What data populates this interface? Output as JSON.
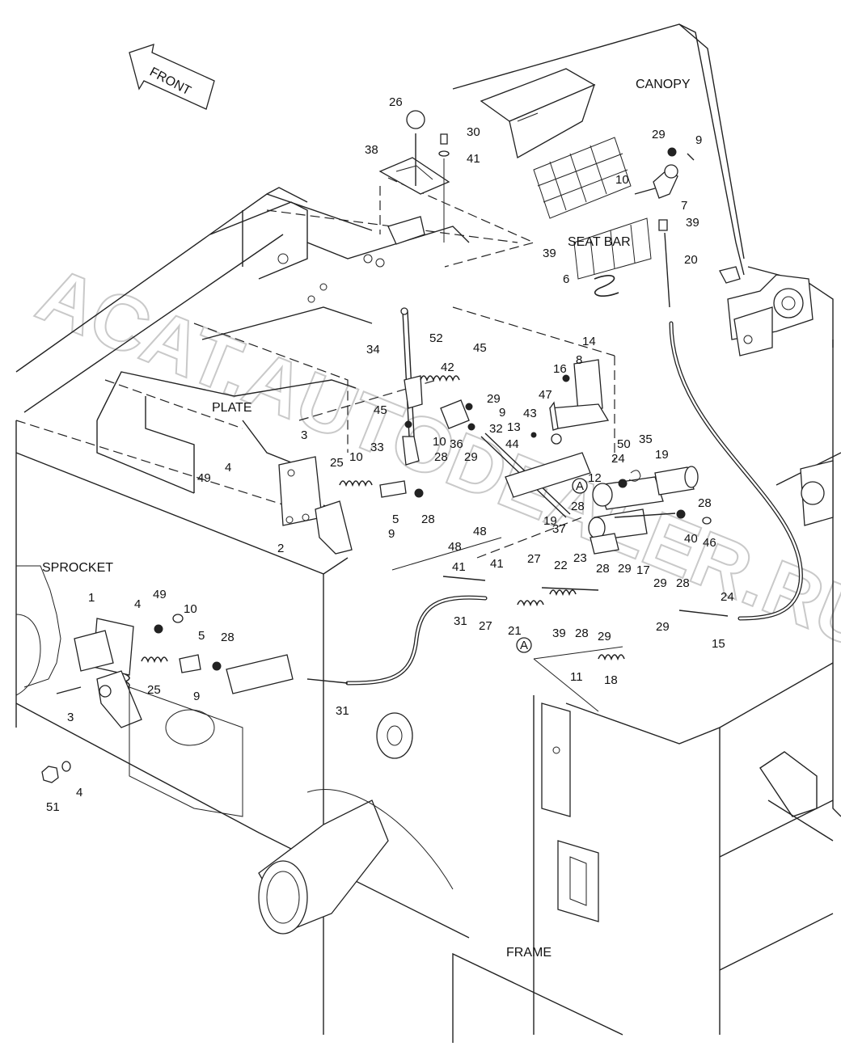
{
  "diagram": {
    "watermark": "ACAT.AUTODEALER.RU",
    "front_label": "FRONT",
    "region_labels": {
      "canopy": "CANOPY",
      "seat_bar": "SEAT BAR",
      "plate": "PLATE",
      "sprocket": "SPROCKET",
      "frame": "FRAME"
    },
    "reference_marker": "A",
    "part_numbers": [
      "1",
      "2",
      "3",
      "4",
      "5",
      "6",
      "7",
      "8",
      "9",
      "10",
      "11",
      "12",
      "13",
      "14",
      "15",
      "16",
      "17",
      "18",
      "19",
      "20",
      "21",
      "22",
      "23",
      "24",
      "25",
      "26",
      "27",
      "28",
      "29",
      "30",
      "31",
      "32",
      "33",
      "34",
      "35",
      "36",
      "37",
      "38",
      "39",
      "40",
      "41",
      "42",
      "43",
      "44",
      "45",
      "46",
      "47",
      "48",
      "49",
      "50",
      "51",
      "52"
    ]
  }
}
